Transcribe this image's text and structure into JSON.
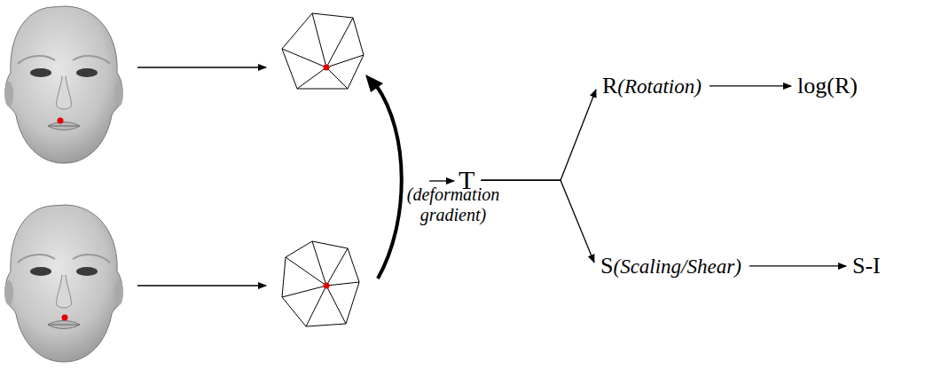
{
  "diagram": {
    "nodes": [
      {
        "text": [
          "T"
        ]
      },
      {
        "text": [
          "R",
          "(Rotation)"
        ]
      },
      {
        "text": [
          "log(R)"
        ]
      },
      {
        "text": [
          "S",
          "(Scaling/Shear)"
        ]
      },
      {
        "text": [
          "S-I"
        ]
      }
    ],
    "edges": [
      {
        "from": 0,
        "to": 1,
        "arrow": "to"
      },
      {
        "from": 0,
        "to": 3,
        "arrow": "to"
      },
      {
        "from": 1,
        "to": 2,
        "arrow": "to"
      },
      {
        "from": 3,
        "to": 4,
        "arrow": "to"
      }
    ],
    "labels": [
      "(deformation gradient)"
    ]
  }
}
